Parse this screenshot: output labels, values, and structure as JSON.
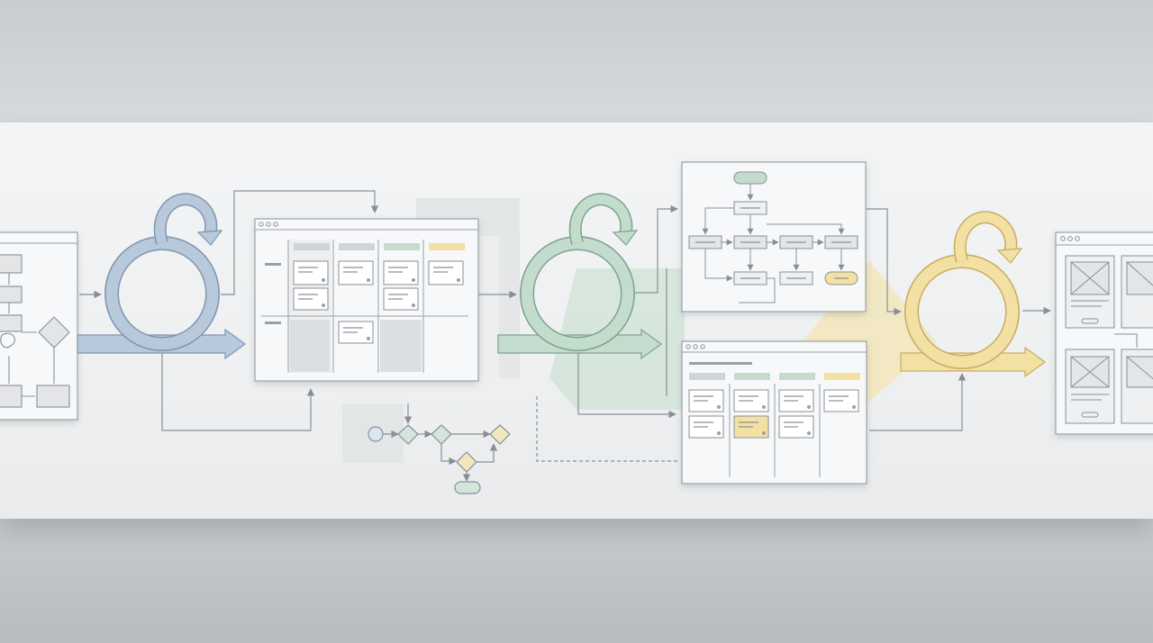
{
  "diagram": {
    "colors": {
      "blue": "#b9c9dc",
      "blue_stroke": "#8196b1",
      "green": "#c4dccd",
      "green_stroke": "#7fa38c",
      "yellow": "#f3e0a3",
      "yellow_stroke": "#c8ad62",
      "line": "#8a8f96",
      "window": "#f7f8f9",
      "window_border": "#9aa0a6",
      "card": "#ffffff",
      "column": "#e3e5e7"
    },
    "loops": [
      {
        "name": "iteration-loop-1",
        "color": "blue"
      },
      {
        "name": "iteration-loop-2",
        "color": "green"
      },
      {
        "name": "iteration-loop-3",
        "color": "yellow"
      }
    ],
    "windows": [
      {
        "name": "flowchart-window-left",
        "content": "flowchart"
      },
      {
        "name": "kanban-board-window-1",
        "content": "kanban"
      },
      {
        "name": "flowchart-window-top",
        "content": "flowchart"
      },
      {
        "name": "kanban-board-window-2",
        "content": "kanban"
      },
      {
        "name": "wireframe-window-right",
        "content": "wireframes"
      }
    ]
  }
}
